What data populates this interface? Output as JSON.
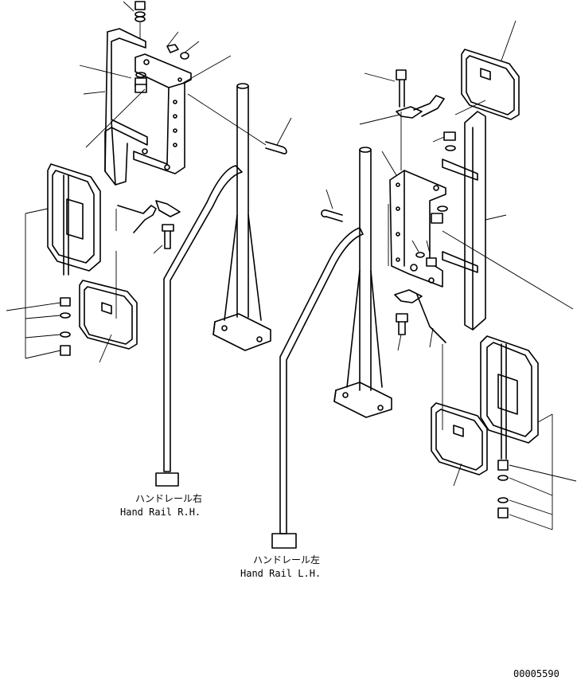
{
  "labels": {
    "handrail_rh_jp": "ハンドレール右",
    "handrail_rh_en": "Hand Rail R.H.",
    "handrail_lh_jp": "ハンドレール左",
    "handrail_lh_en": "Hand Rail L.H."
  },
  "drawing_number": "00005590"
}
